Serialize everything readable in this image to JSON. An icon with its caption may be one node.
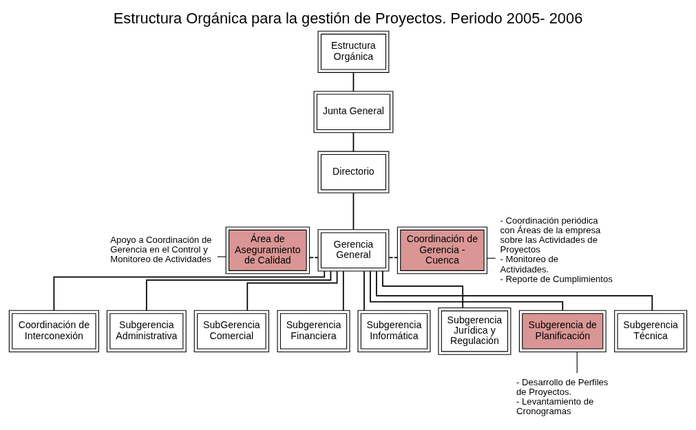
{
  "diagram": {
    "title": "Estructura Orgánica para la gestión de Proyectos. Periodo 2005- 2006",
    "nodes": [
      {
        "text": [
          "Estructura Orgánica"
        ]
      },
      {
        "text": [
          "Junta General"
        ]
      },
      {
        "text": [
          "Directorio"
        ]
      },
      {
        "text": [
          "Apoyo a Coordinación de Gerencia en el Control y Monitoreo de Actividades"
        ]
      },
      {
        "text": [
          "Área de Aseguramiento de Calidad"
        ]
      },
      {
        "text": [
          "Gerencia General"
        ]
      },
      {
        "text": [
          "Coordinación de Gerencia - Cuenca"
        ]
      },
      {
        "text": [
          "- Coordinación periódica con Áreas de la empresa sobre las Actividades de Proyectos",
          "- Monitoreo de Actividades.",
          "- Reporte de Cumplimientos"
        ]
      },
      {
        "text": [
          "Coordinación de Interconexión"
        ]
      },
      {
        "text": [
          "Subgerencia Administrativa"
        ]
      },
      {
        "text": [
          "SubGerencia Comercial"
        ]
      },
      {
        "text": [
          "Subgerencia Financiera"
        ]
      },
      {
        "text": [
          "Subgerencia Informática"
        ]
      },
      {
        "text": [
          "Subgerencia Jurídica y Regulación"
        ]
      },
      {
        "text": [
          "Subgerencia de Planificación"
        ]
      },
      {
        "text": [
          "Subgerencia Técnica"
        ]
      },
      {
        "text": [
          "- Desarrollo de Perfiles de Proyectos.",
          "- Levantamiento de Cronogramas"
        ]
      }
    ],
    "edges": [
      {
        "from": 0,
        "to": 1,
        "arrow": "none"
      },
      {
        "from": 1,
        "to": 2,
        "arrow": "none"
      },
      {
        "from": 2,
        "to": 5,
        "arrow": "none"
      },
      {
        "from": 4,
        "to": 5,
        "arrow": "none",
        "style": "dashed"
      },
      {
        "from": 5,
        "to": 6,
        "arrow": "none",
        "style": "dashed"
      },
      {
        "from": 3,
        "to": 4,
        "arrow": "none"
      },
      {
        "from": 7,
        "to": 6,
        "arrow": "none"
      },
      {
        "from": 5,
        "to": 8,
        "arrow": "none"
      },
      {
        "from": 5,
        "to": 9,
        "arrow": "none"
      },
      {
        "from": 5,
        "to": 10,
        "arrow": "none"
      },
      {
        "from": 5,
        "to": 11,
        "arrow": "none"
      },
      {
        "from": 5,
        "to": 12,
        "arrow": "none"
      },
      {
        "from": 5,
        "to": 13,
        "arrow": "none"
      },
      {
        "from": 5,
        "to": 14,
        "arrow": "none"
      },
      {
        "from": 5,
        "to": 15,
        "arrow": "none"
      },
      {
        "from": 16,
        "to": 14,
        "arrow": "none"
      }
    ]
  }
}
